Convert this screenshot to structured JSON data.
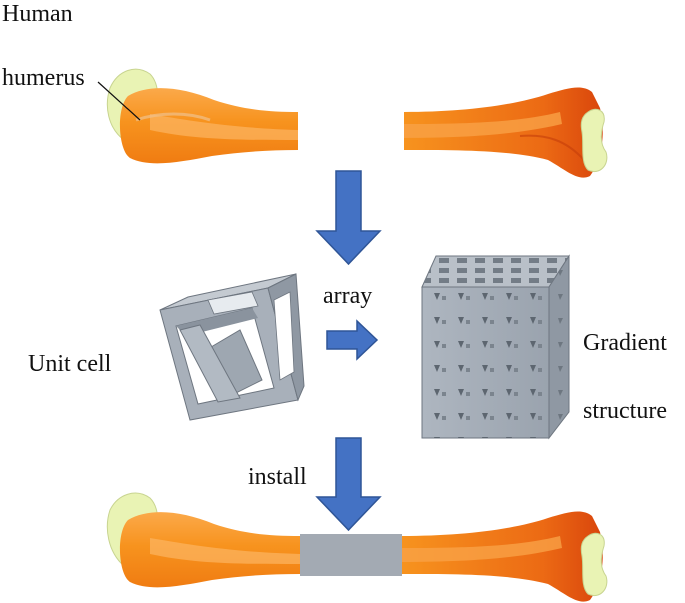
{
  "labels": {
    "human": "Human",
    "humerus": "humerus",
    "array": "array",
    "unit_cell": "Unit cell",
    "gradient": "Gradient",
    "structure": "structure",
    "install": "install"
  },
  "colors": {
    "bone_orange": "#f7931e",
    "bone_dark": "#e4570f",
    "bone_light": "#fcb562",
    "cartilage": "#e9f3b4",
    "arrow_blue": "#4472c4",
    "arrow_edge": "#2f5597",
    "implant_gray": "#a3aab3",
    "lattice_gray": "#a6aeb8"
  }
}
